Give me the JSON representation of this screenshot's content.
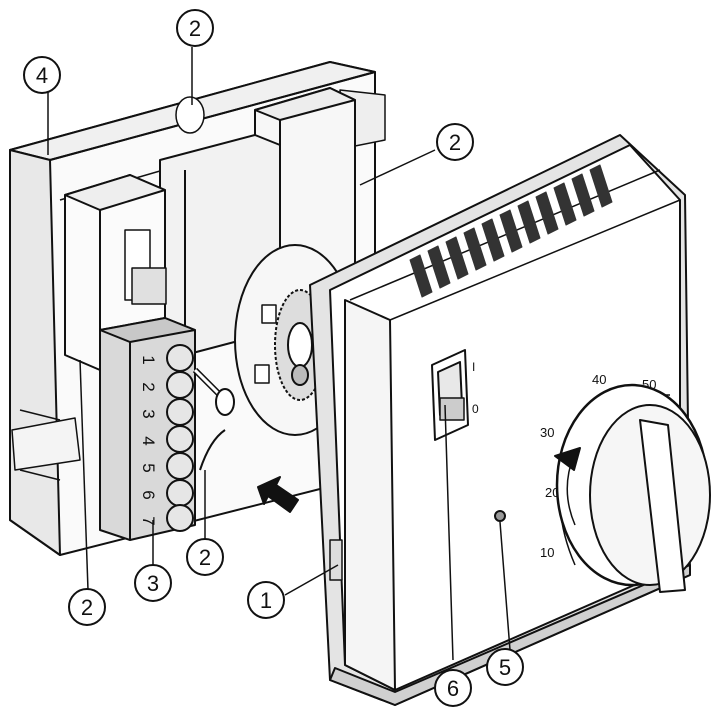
{
  "callouts": {
    "c1": "1",
    "c2a": "2",
    "c2b": "2",
    "c2c": "2",
    "c2d": "2",
    "c3": "3",
    "c4": "4",
    "c5": "5",
    "c6": "6"
  },
  "terminals": [
    "1",
    "2",
    "3",
    "4",
    "5",
    "6",
    "7"
  ],
  "switch_labels": {
    "on": "I",
    "off": "0"
  },
  "dial_scale": [
    "10",
    "20",
    "30",
    "40",
    "50"
  ]
}
